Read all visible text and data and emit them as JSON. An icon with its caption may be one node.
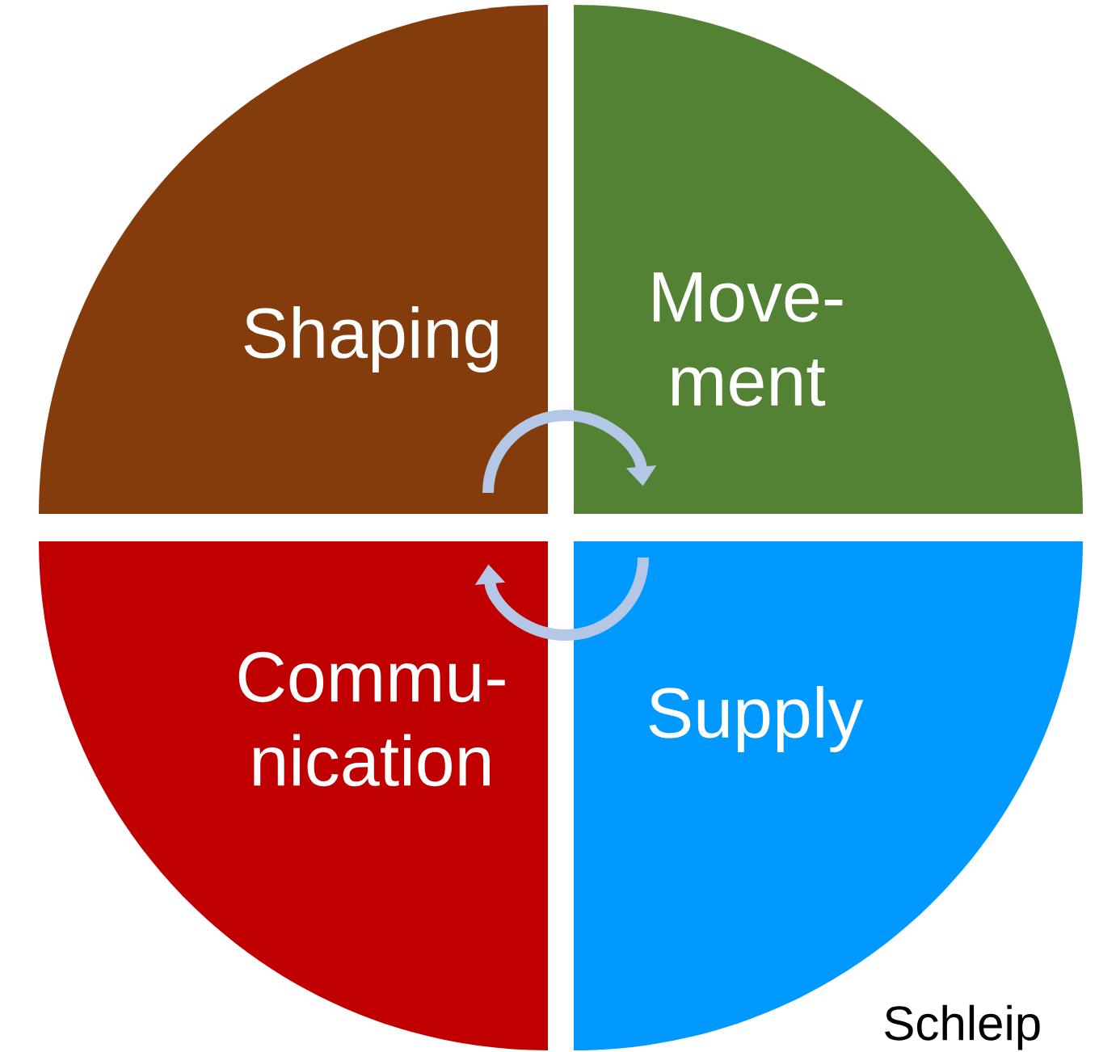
{
  "diagram": {
    "nodes": [
      {
        "text": [
          "Shaping"
        ]
      },
      {
        "text": [
          "Move-ment"
        ]
      },
      {
        "text": [
          "Commu-nication"
        ]
      },
      {
        "text": [
          "Supply"
        ]
      }
    ],
    "edges": [
      {
        "from": 0,
        "to": 1,
        "arrow": "to"
      },
      {
        "from": 3,
        "to": 2,
        "arrow": "to"
      }
    ],
    "labels": [
      "Schleip"
    ]
  }
}
